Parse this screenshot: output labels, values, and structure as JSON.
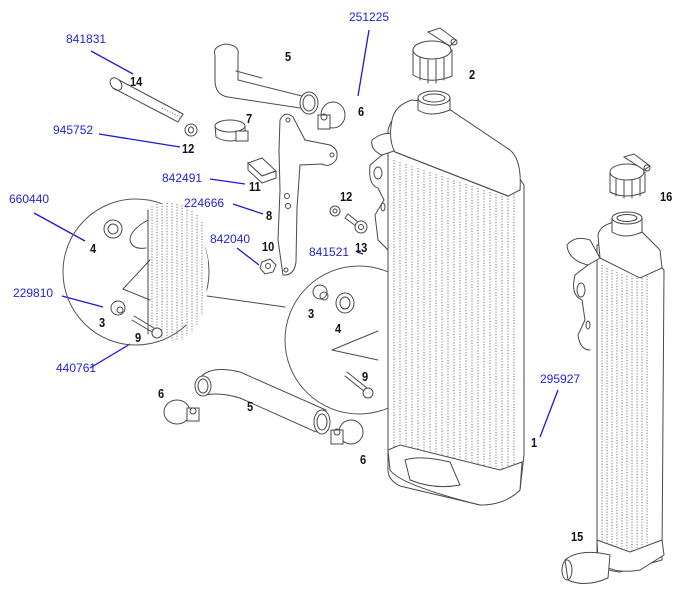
{
  "diagram": {
    "title": "Radiator assembly exploded view",
    "accent_color": "#2323d8",
    "part_numbers": [
      {
        "id": "pn-841831",
        "text": "841831",
        "ref": "14"
      },
      {
        "id": "pn-945752",
        "text": "945752",
        "ref": "12"
      },
      {
        "id": "pn-842491",
        "text": "842491",
        "ref": "11"
      },
      {
        "id": "pn-224666",
        "text": "224666",
        "ref": "8"
      },
      {
        "id": "pn-660440",
        "text": "660440",
        "ref": "4"
      },
      {
        "id": "pn-842040",
        "text": "842040",
        "ref": "10"
      },
      {
        "id": "pn-229810",
        "text": "229810",
        "ref": "3"
      },
      {
        "id": "pn-440761",
        "text": "440761",
        "ref": "9"
      },
      {
        "id": "pn-251225",
        "text": "251225",
        "ref": "6"
      },
      {
        "id": "pn-841521",
        "text": "841521",
        "ref": "13"
      },
      {
        "id": "pn-295927",
        "text": "295927",
        "ref": "1"
      }
    ],
    "refs": [
      {
        "id": "ref-14",
        "text": "14",
        "part": "bolt"
      },
      {
        "id": "ref-12a",
        "text": "12",
        "part": "washer"
      },
      {
        "id": "ref-5a",
        "text": "5",
        "part": "upper hose"
      },
      {
        "id": "ref-7",
        "text": "7",
        "part": "hose clamp"
      },
      {
        "id": "ref-6a",
        "text": "6",
        "part": "hose clamp"
      },
      {
        "id": "ref-2",
        "text": "2",
        "part": "radiator cap"
      },
      {
        "id": "ref-11",
        "text": "11",
        "part": "spacer"
      },
      {
        "id": "ref-8",
        "text": "8",
        "part": "bracket"
      },
      {
        "id": "ref-12b",
        "text": "12",
        "part": "washer"
      },
      {
        "id": "ref-13",
        "text": "13",
        "part": "screw"
      },
      {
        "id": "ref-10",
        "text": "10",
        "part": "nut"
      },
      {
        "id": "ref-4a",
        "text": "4",
        "part": "grommet"
      },
      {
        "id": "ref-3a",
        "text": "3",
        "part": "bushing"
      },
      {
        "id": "ref-9a",
        "text": "9",
        "part": "screw"
      },
      {
        "id": "ref-3b",
        "text": "3",
        "part": "bushing"
      },
      {
        "id": "ref-4b",
        "text": "4",
        "part": "grommet"
      },
      {
        "id": "ref-9b",
        "text": "9",
        "part": "screw"
      },
      {
        "id": "ref-6b",
        "text": "6",
        "part": "hose clamp"
      },
      {
        "id": "ref-5b",
        "text": "5",
        "part": "lower hose"
      },
      {
        "id": "ref-6c",
        "text": "6",
        "part": "hose clamp"
      },
      {
        "id": "ref-1",
        "text": "1",
        "part": "radiator left"
      },
      {
        "id": "ref-16",
        "text": "16",
        "part": "radiator cap"
      },
      {
        "id": "ref-15",
        "text": "15",
        "part": "radiator right"
      }
    ]
  }
}
